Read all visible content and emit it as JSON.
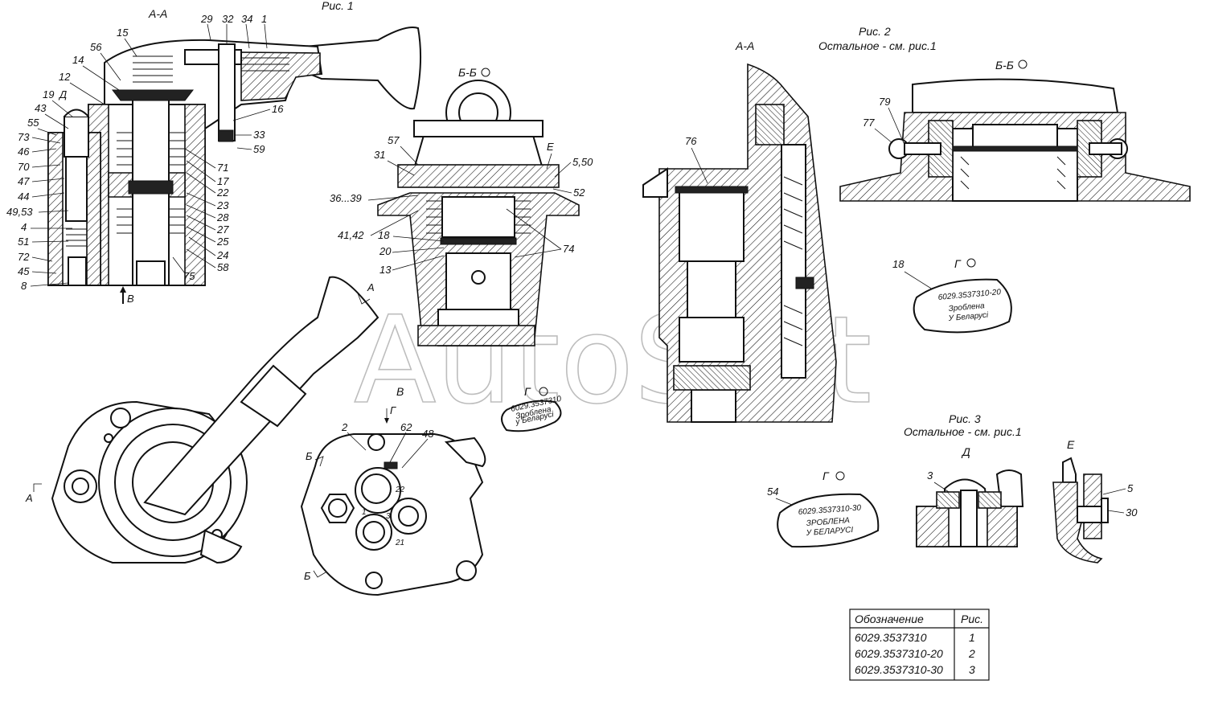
{
  "watermark": "AutoSoft",
  "figures": {
    "fig1": {
      "caption": "Рис. 1",
      "section": "А-А"
    },
    "fig2": {
      "caption": "Рис. 2",
      "note": "Остальное - см. рис.1",
      "section_aa": "А-А",
      "section_bb": "Б-Б"
    },
    "fig3": {
      "caption": "Рис. 3",
      "note": "Остальное - см. рис.1"
    }
  },
  "views": {
    "bb": "Б-Б",
    "v": "В",
    "g": "Г",
    "d": "Д",
    "e": "Е",
    "arrow_v": "В",
    "cut_a": "А",
    "cut_b": "Б",
    "cut_g": "Г"
  },
  "labels_fig1_left": [
    "15",
    "56",
    "14",
    "12",
    "19",
    "Д",
    "43",
    "55",
    "73",
    "46",
    "70",
    "47",
    "44",
    "49,53",
    "4",
    "51",
    "72",
    "45",
    "8"
  ],
  "labels_fig1_top": [
    "29",
    "32",
    "34",
    "1"
  ],
  "labels_fig1_right": [
    "16",
    "33",
    "59",
    "71",
    "17",
    "22",
    "23",
    "28",
    "27",
    "25",
    "24",
    "58",
    "75"
  ],
  "labels_bb": [
    "57",
    "31",
    "Е",
    "5,50",
    "52",
    "36...39",
    "41,42",
    "18",
    "20",
    "13",
    "74"
  ],
  "labels_plan": [
    "2",
    "62",
    "48",
    "22",
    "1",
    "3",
    "21"
  ],
  "labels_fig2": [
    "76",
    "79",
    "77",
    "18"
  ],
  "labels_fig3": [
    "54",
    "3",
    "5",
    "30"
  ],
  "plates": {
    "small": [
      "6029.3537310",
      "Зроблена",
      "у Беларусі"
    ],
    "fig2": [
      "6029.3537310-20",
      "Зроблена",
      "У Беларусі"
    ],
    "fig3": [
      "6029.3537310-30",
      "ЗРОБЛЕНА",
      "У БЕЛАРУСІ"
    ]
  },
  "table": {
    "headers": [
      "Обозначение",
      "Рис."
    ],
    "rows": [
      [
        "6029.3537310",
        "1"
      ],
      [
        "6029.3537310-20",
        "2"
      ],
      [
        "6029.3537310-30",
        "3"
      ]
    ]
  }
}
